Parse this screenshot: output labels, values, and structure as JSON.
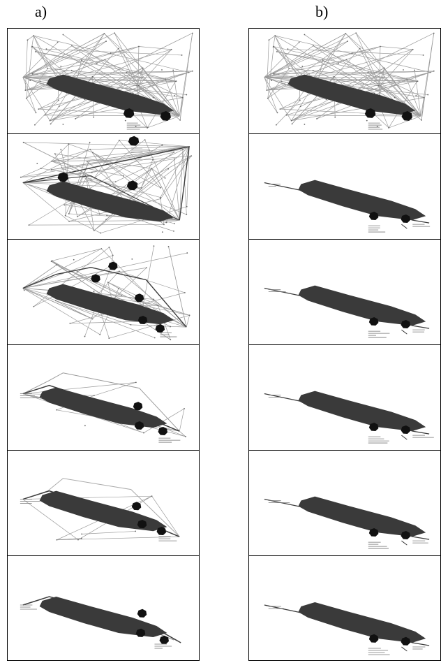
{
  "labels": {
    "a": "a)",
    "b": "b)"
  },
  "columns": [
    {
      "id": "a",
      "panels": [
        {
          "clutter": "dense"
        },
        {
          "clutter": "dense"
        },
        {
          "clutter": "medium"
        },
        {
          "clutter": "sparse"
        },
        {
          "clutter": "sparse"
        },
        {
          "clutter": "minimal"
        }
      ]
    },
    {
      "id": "b",
      "panels": [
        {
          "clutter": "dense"
        },
        {
          "clutter": "path"
        },
        {
          "clutter": "path"
        },
        {
          "clutter": "path"
        },
        {
          "clutter": "path"
        },
        {
          "clutter": "path"
        }
      ]
    }
  ],
  "colors": {
    "hull": "#3a3a3a",
    "edge_light": "#9a9a9a",
    "edge_dark": "#3c3c3c",
    "frame": "#000000"
  }
}
